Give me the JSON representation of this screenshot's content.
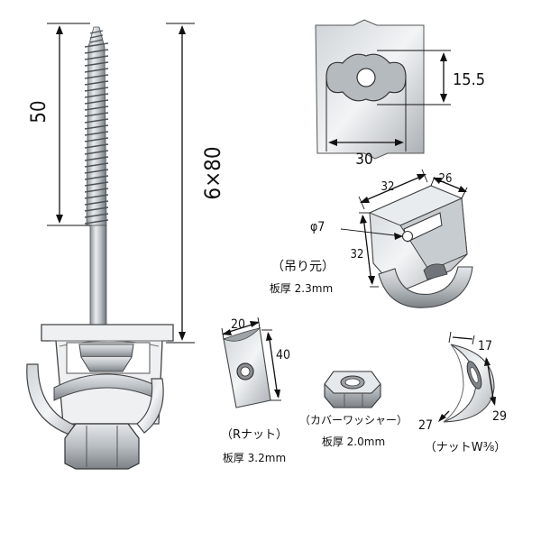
{
  "screw": {
    "thread_length": "50",
    "total_size": "6×80"
  },
  "plate": {
    "height_dim": "15.5",
    "width_dim": "30"
  },
  "hanger": {
    "width_dim": "32",
    "depth_dim": "26",
    "height_dim": "32",
    "hole_dim": "φ7",
    "name": "（吊り元）",
    "thickness": "板厚 2.3mm"
  },
  "rnut": {
    "width_dim": "20",
    "height_dim": "40",
    "name": "（Rナット）",
    "thickness": "板厚 3.2mm"
  },
  "washer": {
    "name": "（カバーワッシャー）",
    "thickness": "板厚 2.0mm"
  },
  "wnut": {
    "dim_top": "17",
    "dim_bottom": "27",
    "dim_right": "29",
    "name": "（ナットW⅜）"
  }
}
